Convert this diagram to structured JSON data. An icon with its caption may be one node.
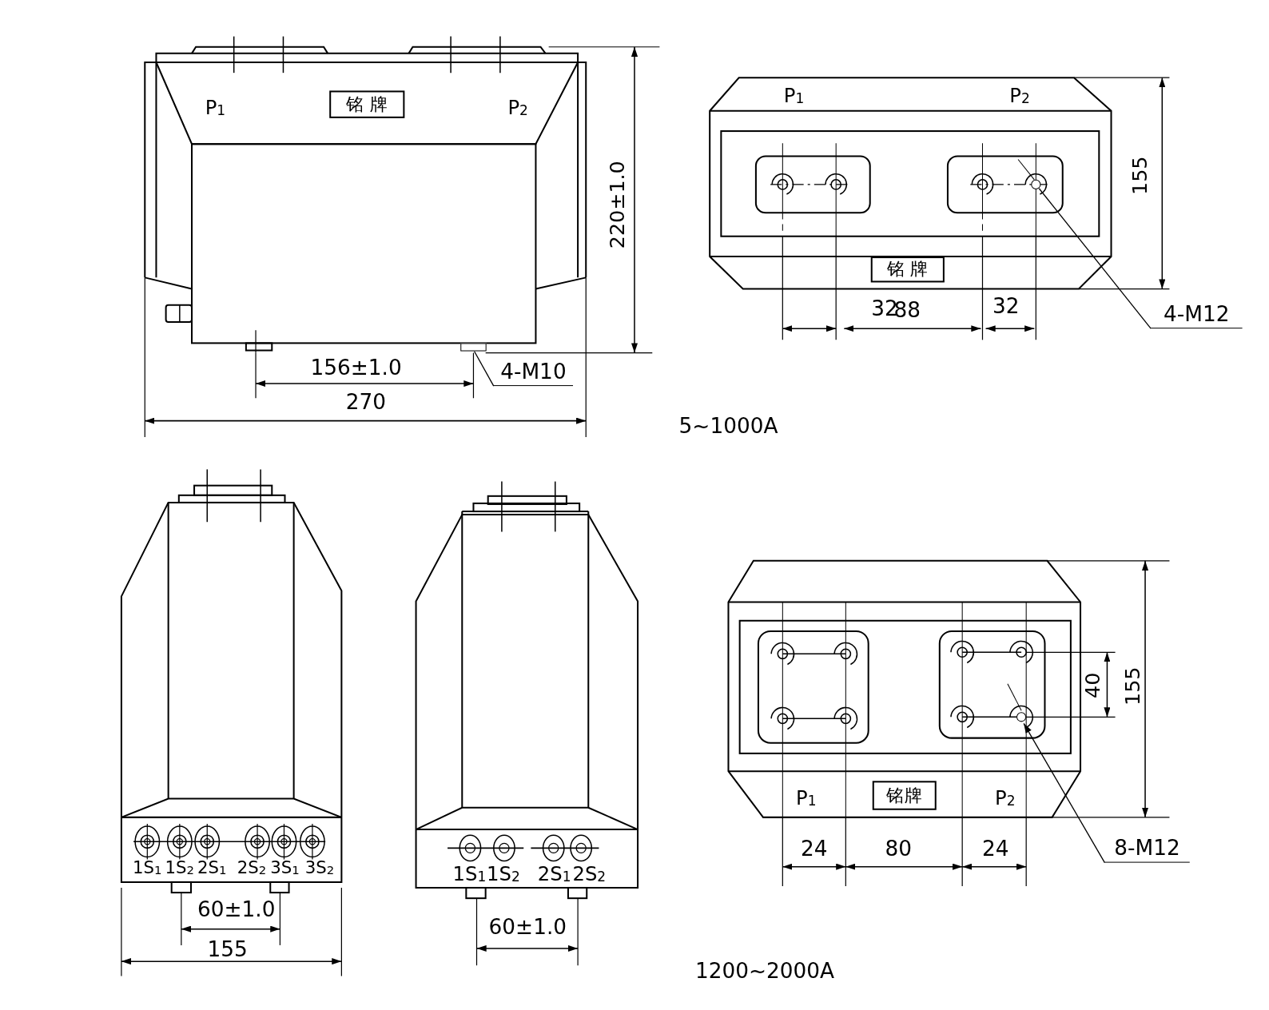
{
  "diagram": {
    "nodes": [
      {
        "text": [
          "铭 牌"
        ]
      },
      {
        "text": [
          "4-M10"
        ]
      },
      {
        "text": [],
        "shape": "box"
      },
      {
        "text": [
          "铭 牌"
        ]
      },
      {
        "text": [
          "4-M12"
        ]
      },
      {
        "text": [],
        "shape": "circle"
      },
      {
        "text": [
          "铭牌"
        ]
      },
      {
        "text": [
          "8-M12"
        ]
      },
      {
        "text": [],
        "shape": "circle"
      }
    ],
    "edges": [
      {
        "from": 1,
        "to": 2,
        "arrow": "none"
      },
      {
        "from": 4,
        "to": 5,
        "arrow": "none"
      },
      {
        "from": 7,
        "to": 8,
        "arrow": "to"
      }
    ],
    "labels": [
      "P$_{1}$",
      "P$_{2}$",
      "220±1.0",
      "156±1.0",
      "270",
      "5~1000A",
      "P$_{1}$",
      "P$_{2}$",
      "155",
      "32",
      "88",
      "32",
      "1S$_{1}$",
      "1S$_{2}$",
      "2S$_{1}$",
      "2S$_{2}$",
      "3S$_{1}$",
      "3S$_{2}$",
      "60±1.0",
      "155",
      "1S$_{1}$",
      "1S$_{2}$",
      "2S$_{1}$",
      "2S$_{2}$",
      "60±1.0",
      "1200~2000A",
      "P$_{1}$",
      "P$_{2}$",
      "40",
      "155",
      "24",
      "80",
      "24"
    ]
  }
}
